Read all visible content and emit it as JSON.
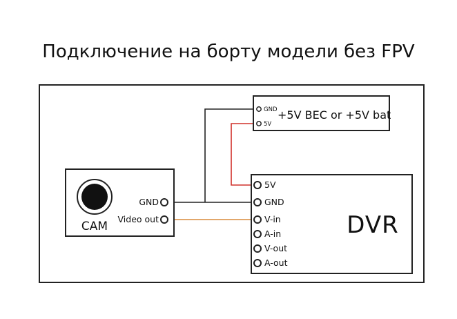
{
  "title": "Подключение на борту модели без FPV",
  "camera": {
    "label": "CAM",
    "pins": [
      "GND",
      "Video out"
    ]
  },
  "power": {
    "label": "+5V BEC or +5V bat",
    "pins": [
      "GND",
      "5V"
    ]
  },
  "dvr": {
    "label": "DVR",
    "pins": [
      "5V",
      "GND",
      "V-in",
      "A-in",
      "V-out",
      "A-out"
    ]
  },
  "colors": {
    "red_wire": "#d0302a",
    "orange_wire": "#d98a3a",
    "black_wire": "#222222"
  }
}
